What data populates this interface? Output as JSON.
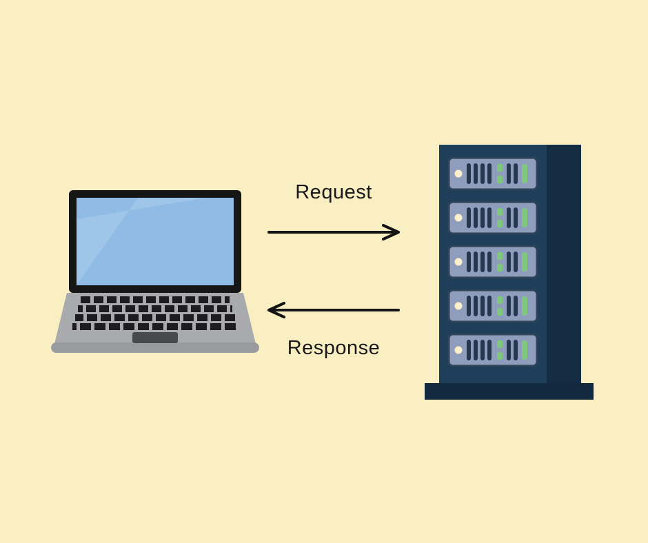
{
  "labels": {
    "request": "Request",
    "response": "Response"
  },
  "icons": {
    "laptop": "laptop-client-illustration",
    "server": "server-rack-illustration",
    "request_arrow": "arrow-right",
    "response_arrow": "arrow-left"
  },
  "colors": {
    "background": "#FAEFC3",
    "arrow": "#141414",
    "text": "#191919",
    "laptop_bezel": "#161616",
    "laptop_screen": "#8FBBE5",
    "laptop_body": "#A8AAAD",
    "laptop_keys": "#1D1D1F",
    "laptop_touchpad": "#47494D",
    "server_front": "#1F3E5A",
    "server_side": "#152C42",
    "server_base": "#12293E",
    "server_unit": "#8E9DBB",
    "server_unit_border": "#2E4258",
    "server_slot": "#24374F",
    "led_green": "#7FC77F",
    "led_cream": "#FBF0CC"
  }
}
